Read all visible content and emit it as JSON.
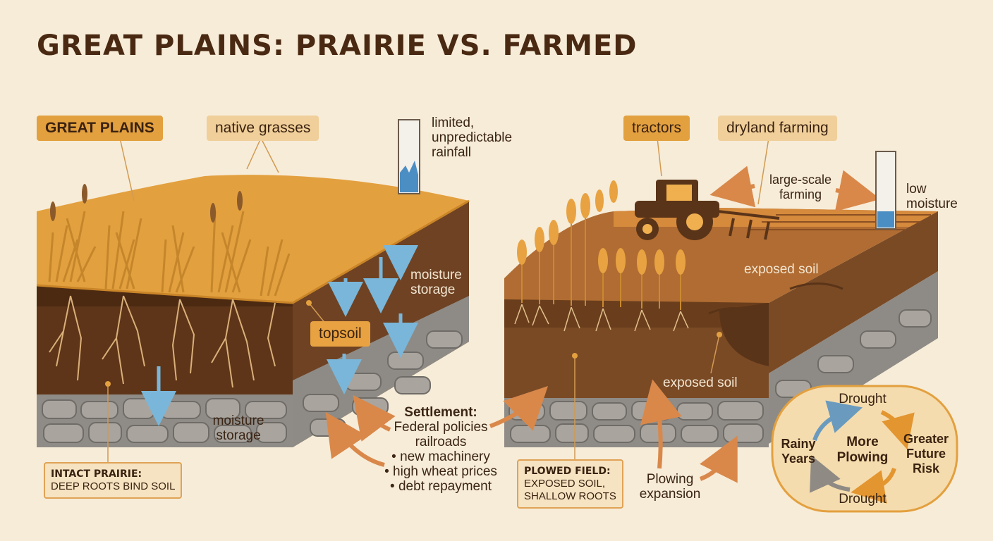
{
  "title": "GREAT PLAINS: PRAIRIE VS. FARMED",
  "prairie": {
    "region_tag": "GREAT PLAINS",
    "grasses_tag": "native grasses",
    "rainfall_note": [
      "limited,",
      "unpredictable",
      "rainfall"
    ],
    "moisture_storage_upper": [
      "moisture",
      "storage"
    ],
    "topsoil_tag": "topsoil",
    "moisture_storage_lower": [
      "moisture",
      "storage"
    ],
    "box_title": "INTACT PRAIRIE:",
    "box_text": "DEEP ROOTS BIND SOIL"
  },
  "settlement": {
    "heading": "Settlement:",
    "items": [
      "Federal policies",
      "railroads",
      "• new machinery",
      "• high wheat prices",
      "• debt repayment"
    ]
  },
  "farmed": {
    "tractors_tag": "tractors",
    "dryland_tag": "dryland farming",
    "large_scale": [
      "large-scale",
      "farming"
    ],
    "low_moisture": [
      "low",
      "moisture"
    ],
    "exposed_soil_top": "exposed soil",
    "exposed_soil_mid": "exposed soil",
    "box_title": "PLOWED FIELD:",
    "box_text": [
      "EXPOSED SOIL,",
      "SHALLOW ROOTS"
    ],
    "plowing_expansion": [
      "Plowing",
      "expansion"
    ]
  },
  "cycle": {
    "top": "Drought",
    "bottom": "Drought",
    "left": [
      "Rainy",
      "Years"
    ],
    "center": [
      "More",
      "Plowing"
    ],
    "right": [
      "Greater",
      "Future",
      "Risk"
    ]
  },
  "colors": {
    "background": "#f7ecd8",
    "title": "#4a2912",
    "tag_accent": "#e3a03f",
    "water": "#7ab6d9",
    "arrow": "#d9884a",
    "cycle_blue": "#6a9bbf",
    "cycle_orange": "#e3952f"
  }
}
